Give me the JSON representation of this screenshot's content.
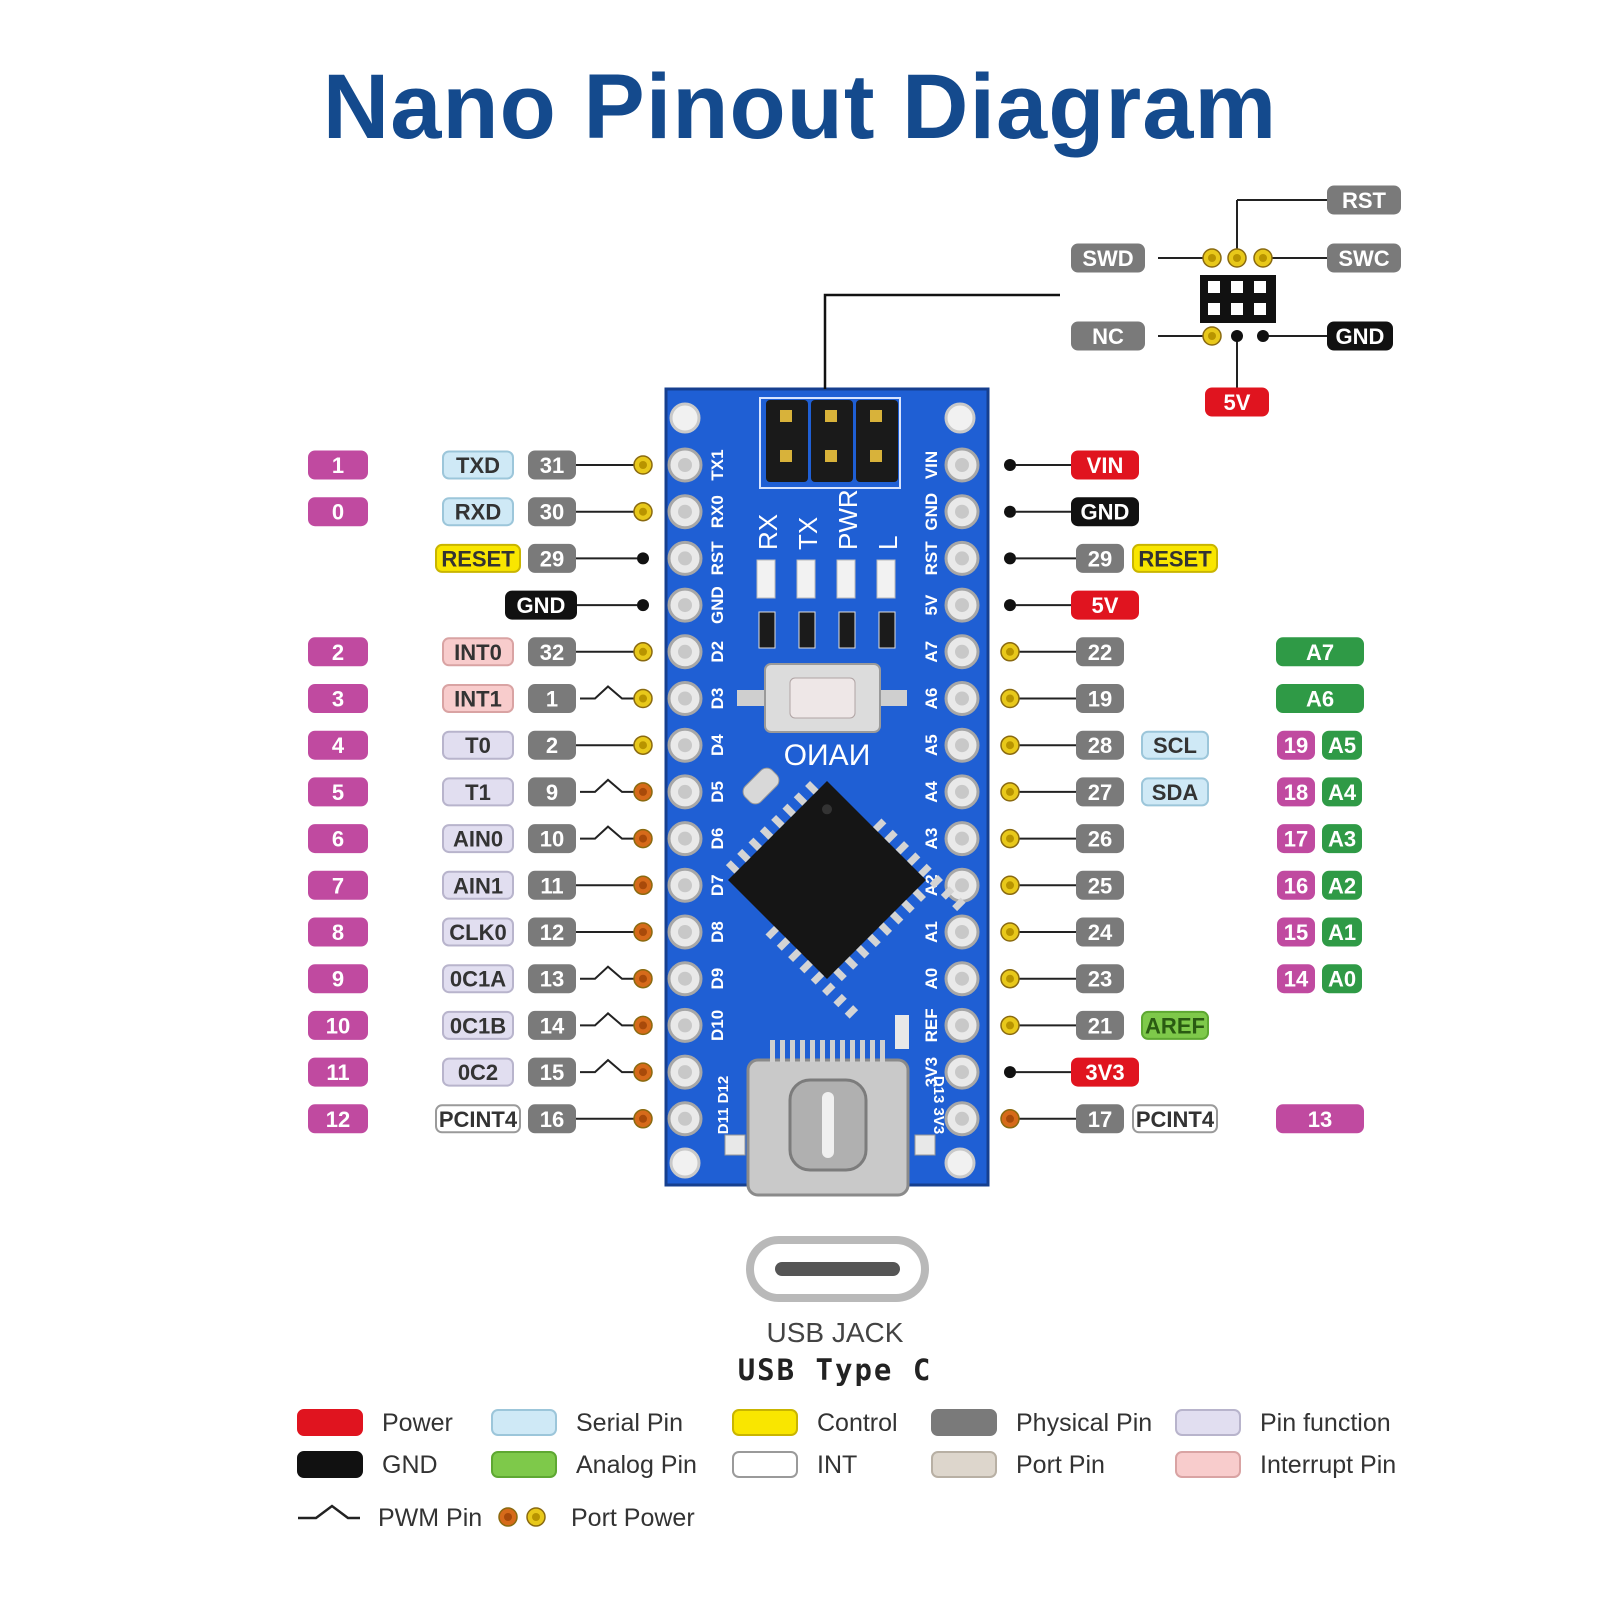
{
  "title": "Nano Pinout Diagram",
  "colors": {
    "power": "#e0141f",
    "gnd": "#111111",
    "serial": "#cfe9f6",
    "control": "#f9e600",
    "physical": "#7a7a7a",
    "function": "#e1def0",
    "analog": "#7ec94a",
    "int": "#ffffff",
    "port": "#ddd6cc",
    "interrupt": "#f8cccc",
    "pin_num": "#c04aa0",
    "analog_tag": "#2f9a46",
    "board": "#1f5fd4",
    "port_power_orange": "#d66a1a",
    "port_power_yellow": "#e8c81a"
  },
  "left_pins": [
    {
      "num": "1",
      "func": "TXD",
      "func_type": "serial",
      "phys": "31",
      "pwm": false,
      "dot": "yellow",
      "silk": "TX1"
    },
    {
      "num": "0",
      "func": "RXD",
      "func_type": "serial",
      "phys": "30",
      "pwm": false,
      "dot": "yellow",
      "silk": "RX0"
    },
    {
      "num": "",
      "func": "RESET",
      "func_type": "control",
      "phys": "29",
      "pwm": false,
      "dot": "black",
      "silk": "RST"
    },
    {
      "num": "",
      "func": "GND",
      "func_type": "gnd",
      "phys": "",
      "pwm": false,
      "dot": "black",
      "silk": "GND"
    },
    {
      "num": "2",
      "func": "INT0",
      "func_type": "interrupt",
      "phys": "32",
      "pwm": false,
      "dot": "yellow",
      "silk": "D2"
    },
    {
      "num": "3",
      "func": "INT1",
      "func_type": "interrupt",
      "phys": "1",
      "pwm": true,
      "dot": "yellow",
      "silk": "D3"
    },
    {
      "num": "4",
      "func": "T0",
      "func_type": "function",
      "phys": "2",
      "pwm": false,
      "dot": "yellow",
      "silk": "D4"
    },
    {
      "num": "5",
      "func": "T1",
      "func_type": "function",
      "phys": "9",
      "pwm": true,
      "dot": "orange",
      "silk": "D5"
    },
    {
      "num": "6",
      "func": "AIN0",
      "func_type": "function",
      "phys": "10",
      "pwm": true,
      "dot": "orange",
      "silk": "D6"
    },
    {
      "num": "7",
      "func": "AIN1",
      "func_type": "function",
      "phys": "11",
      "pwm": false,
      "dot": "orange",
      "silk": "D7"
    },
    {
      "num": "8",
      "func": "CLK0",
      "func_type": "function",
      "phys": "12",
      "pwm": false,
      "dot": "orange",
      "silk": "D8"
    },
    {
      "num": "9",
      "func": "0C1A",
      "func_type": "function",
      "phys": "13",
      "pwm": true,
      "dot": "orange",
      "silk": "D9"
    },
    {
      "num": "10",
      "func": "0C1B",
      "func_type": "function",
      "phys": "14",
      "pwm": true,
      "dot": "orange",
      "silk": "D10"
    },
    {
      "num": "11",
      "func": "0C2",
      "func_type": "function",
      "phys": "15",
      "pwm": true,
      "dot": "orange",
      "silk": ""
    },
    {
      "num": "12",
      "func": "PCINT4",
      "func_type": "int",
      "phys": "16",
      "pwm": false,
      "dot": "orange",
      "silk": ""
    }
  ],
  "right_pins": [
    {
      "silk": "VIN",
      "dot": "black",
      "phys": "",
      "label": "VIN",
      "label_type": "power",
      "extra": "",
      "extra_type": "",
      "num": "",
      "analog": ""
    },
    {
      "silk": "GND",
      "dot": "black",
      "phys": "",
      "label": "GND",
      "label_type": "gnd",
      "extra": "",
      "extra_type": "",
      "num": "",
      "analog": ""
    },
    {
      "silk": "RST",
      "dot": "black",
      "phys": "29",
      "label": "RESET",
      "label_type": "control",
      "extra": "",
      "extra_type": "",
      "num": "",
      "analog": ""
    },
    {
      "silk": "5V",
      "dot": "black",
      "phys": "",
      "label": "5V",
      "label_type": "power",
      "extra": "",
      "extra_type": "",
      "num": "",
      "analog": ""
    },
    {
      "silk": "A7",
      "dot": "yellow",
      "phys": "22",
      "label": "",
      "label_type": "",
      "extra": "",
      "extra_type": "",
      "num": "",
      "analog": "A7"
    },
    {
      "silk": "A6",
      "dot": "yellow",
      "phys": "19",
      "label": "",
      "label_type": "",
      "extra": "",
      "extra_type": "",
      "num": "",
      "analog": "A6"
    },
    {
      "silk": "A5",
      "dot": "yellow",
      "phys": "28",
      "label": "SCL",
      "label_type": "serial",
      "extra": "",
      "extra_type": "",
      "num": "19",
      "analog": "A5"
    },
    {
      "silk": "A4",
      "dot": "yellow",
      "phys": "27",
      "label": "SDA",
      "label_type": "serial",
      "extra": "",
      "extra_type": "",
      "num": "18",
      "analog": "A4"
    },
    {
      "silk": "A3",
      "dot": "yellow",
      "phys": "26",
      "label": "",
      "label_type": "",
      "extra": "",
      "extra_type": "",
      "num": "17",
      "analog": "A3"
    },
    {
      "silk": "A2",
      "dot": "yellow",
      "phys": "25",
      "label": "",
      "label_type": "",
      "extra": "",
      "extra_type": "",
      "num": "16",
      "analog": "A2"
    },
    {
      "silk": "A1",
      "dot": "yellow",
      "phys": "24",
      "label": "",
      "label_type": "",
      "extra": "",
      "extra_type": "",
      "num": "15",
      "analog": "A1"
    },
    {
      "silk": "A0",
      "dot": "yellow",
      "phys": "23",
      "label": "",
      "label_type": "",
      "extra": "",
      "extra_type": "",
      "num": "14",
      "analog": "A0"
    },
    {
      "silk": "REF",
      "dot": "yellow",
      "phys": "21",
      "label": "AREF",
      "label_type": "analog",
      "extra": "",
      "extra_type": "",
      "num": "",
      "analog": ""
    },
    {
      "silk": "3V3",
      "dot": "black",
      "phys": "",
      "label": "3V3",
      "label_type": "power",
      "extra": "",
      "extra_type": "",
      "num": "",
      "analog": ""
    },
    {
      "silk": "",
      "dot": "orange",
      "phys": "17",
      "label": "PCINT4",
      "label_type": "int",
      "extra": "",
      "extra_type": "",
      "num": "13",
      "analog": ""
    }
  ],
  "icsp": {
    "rst": "RST",
    "swd": "SWD",
    "swc": "SWC",
    "nc": "NC",
    "gnd": "GND",
    "v5": "5V"
  },
  "board": {
    "leds": [
      "RX",
      "TX",
      "PWR",
      "L"
    ],
    "name": "NANO",
    "usb_silk_left": "D11 D12",
    "usb_silk_right": "D13 3V3"
  },
  "usb": {
    "label_top": "USB JACK",
    "label_bottom": "USB Type C"
  },
  "legend": [
    {
      "label": "Power",
      "swatch": "power"
    },
    {
      "label": "Serial Pin",
      "swatch": "serial"
    },
    {
      "label": "Control",
      "swatch": "control"
    },
    {
      "label": "Physical Pin",
      "swatch": "physical"
    },
    {
      "label": "Pin function",
      "swatch": "function"
    },
    {
      "label": "GND",
      "swatch": "gnd"
    },
    {
      "label": "Analog Pin",
      "swatch": "analog"
    },
    {
      "label": "INT",
      "swatch": "int"
    },
    {
      "label": "Port Pin",
      "swatch": "port"
    },
    {
      "label": "Interrupt Pin",
      "swatch": "interrupt"
    }
  ],
  "legend_extra": {
    "pwm": "PWM Pin",
    "port_power": "Port Power"
  }
}
